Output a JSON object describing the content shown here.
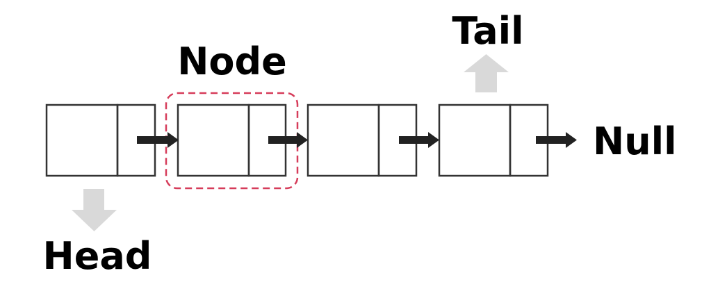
{
  "labels": {
    "head": "Head",
    "tail": "Tail",
    "node": "Node",
    "null": "Null"
  },
  "nodes": [
    {
      "id": "node-1"
    },
    {
      "id": "node-2"
    },
    {
      "id": "node-3"
    },
    {
      "id": "node-4"
    }
  ],
  "colors": {
    "box_stroke": "#333333",
    "pointer_arrow": "#222222",
    "marker_arrow": "#d9d9d9",
    "highlight_dash": "#d63c5a",
    "text": "#000000"
  }
}
